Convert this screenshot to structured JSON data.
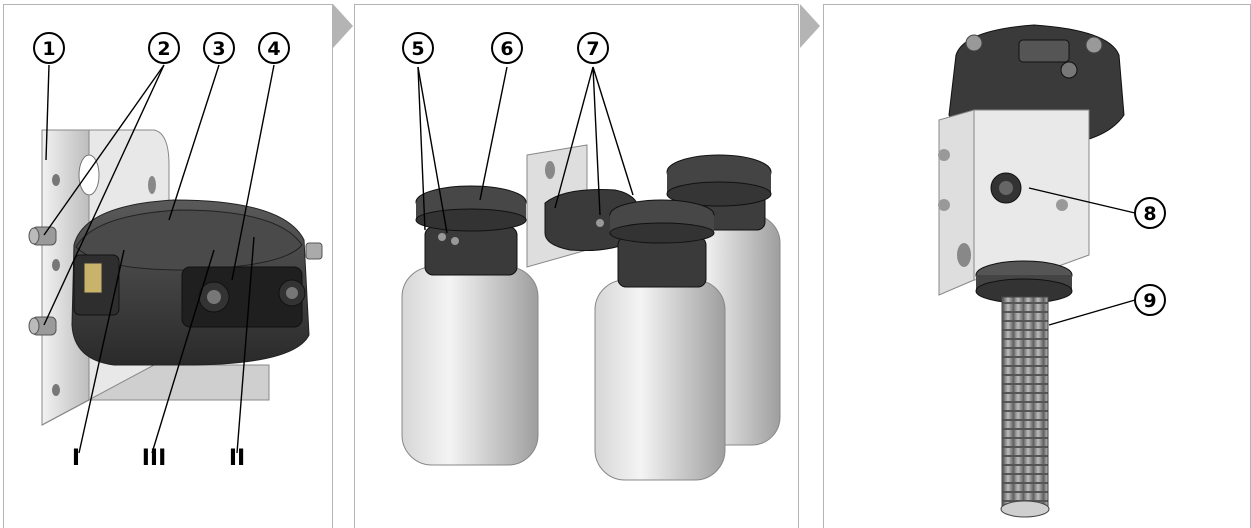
{
  "panels": [
    {
      "callouts": [
        "1",
        "2",
        "3",
        "4"
      ],
      "roman_labels": [
        "I",
        "III",
        "II"
      ]
    },
    {
      "callouts": [
        "5",
        "6",
        "7"
      ]
    },
    {
      "callouts": [
        "8",
        "9"
      ]
    }
  ],
  "colors": {
    "panel_border": "#b4b4b4",
    "device_dark": "#3a3a3a",
    "bracket_metal": "#d9d9d9",
    "bottle_gray": "#c8c8c8",
    "hose_gray": "#8a8a8a"
  }
}
